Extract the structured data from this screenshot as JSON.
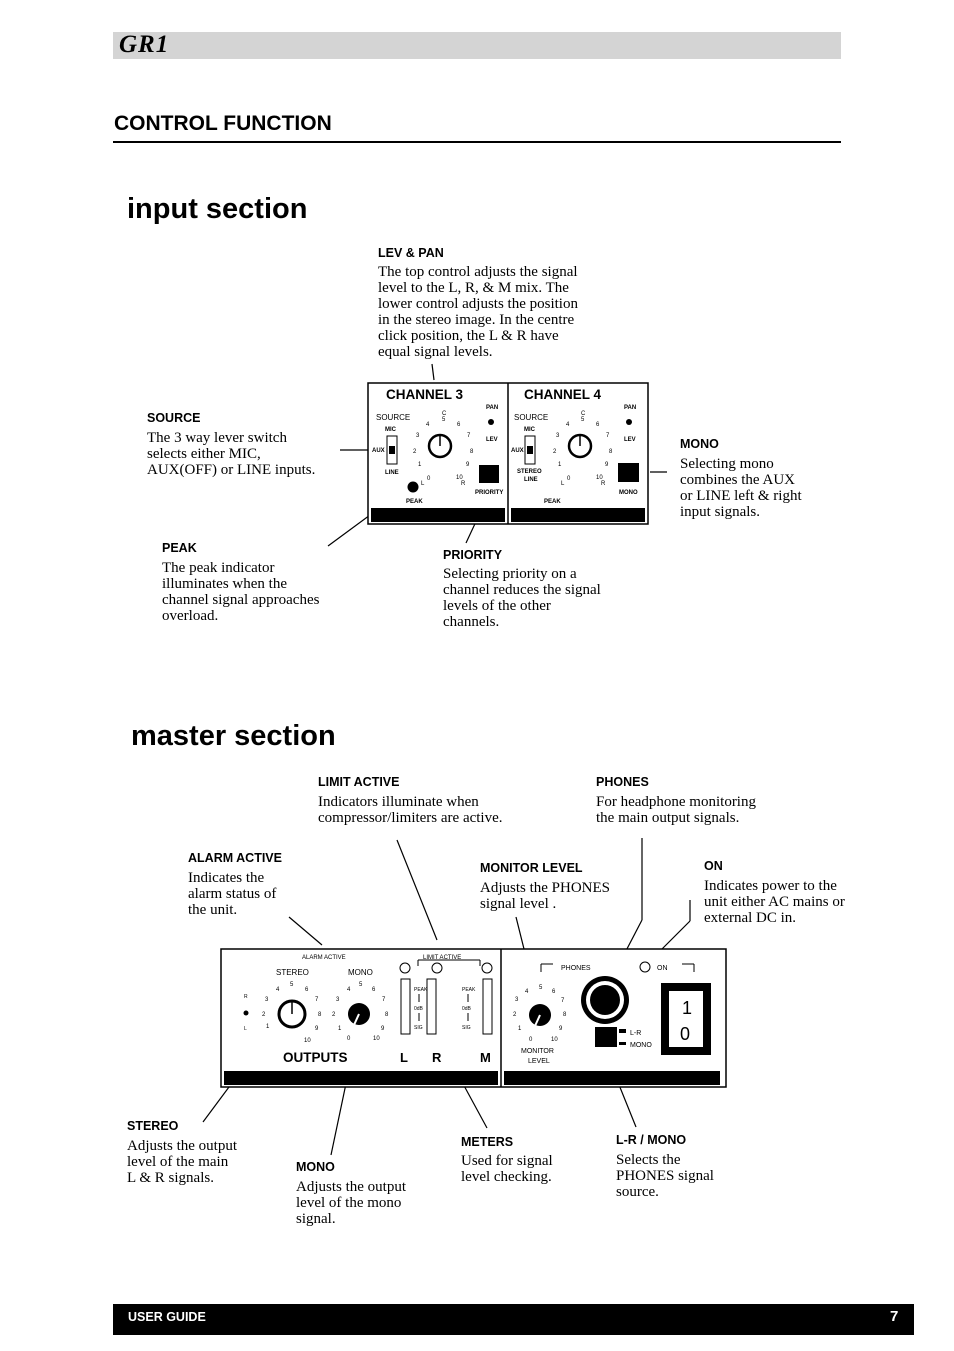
{
  "header": {
    "logo": "GR1"
  },
  "section_title": "CONTROL FUNCTION",
  "input_section": {
    "title": "input section",
    "callouts": {
      "lev_pan": {
        "label": "LEV & PAN",
        "desc": "The top control adjusts the signal\nlevel to the L, R, & M mix. The\nlower control adjusts the position\nin the stereo image. In the centre\nclick position, the L & R have\nequal signal levels."
      },
      "source": {
        "label": "SOURCE",
        "desc": "The 3 way lever switch\nselects either MIC,\nAUX(OFF) or LINE inputs."
      },
      "mono": {
        "label": "MONO",
        "desc": "Selecting mono\ncombines the AUX\nor LINE left & right\ninput signals."
      },
      "peak": {
        "label": "PEAK",
        "desc": "The peak indicator\nilluminates when the\nchannel signal approaches\noverload."
      },
      "priority": {
        "label": "PRIORITY",
        "desc": "Selecting priority on a\nchannel reduces the signal\nlevels of the other\nchannels."
      }
    },
    "panel": {
      "channel3": "CHANNEL 3",
      "channel4": "CHANNEL 4",
      "source": "SOURCE",
      "mic": "MIC",
      "aux": "AUX",
      "line": "LINE",
      "stereo_line_1": "STEREO",
      "stereo_line_2": "LINE",
      "pan": "PAN",
      "lev": "LEV",
      "peak": "PEAK",
      "priority": "PRIORITY",
      "mono": "MONO",
      "knob_c": "C",
      "knob_l": "L",
      "knob_r": "R",
      "knob_numbers": [
        "0",
        "1",
        "2",
        "3",
        "4",
        "5",
        "6",
        "7",
        "8",
        "9",
        "10"
      ]
    }
  },
  "master_section": {
    "title": "master section",
    "callouts": {
      "limit_active": {
        "label": "LIMIT ACTIVE",
        "desc": "Indicators illuminate when\ncompressor/limiters are active."
      },
      "phones": {
        "label": "PHONES",
        "desc": "For headphone monitoring\nthe main output signals."
      },
      "alarm_active": {
        "label": "ALARM ACTIVE",
        "desc": "Indicates the\nalarm status of\nthe unit."
      },
      "monitor_level": {
        "label": "MONITOR LEVEL",
        "desc": "Adjusts the PHONES\nsignal level ."
      },
      "on": {
        "label": "ON",
        "desc": "Indicates power to the\nunit either AC mains or\nexternal DC in."
      },
      "stereo": {
        "label": "STEREO",
        "desc": "Adjusts the output\nlevel of the main\nL  & R signals."
      },
      "mono": {
        "label": "MONO",
        "desc": "Adjusts the output\nlevel of the mono\nsignal."
      },
      "meters": {
        "label": "METERS",
        "desc": "Used for signal\nlevel checking."
      },
      "lr_mono": {
        "label": "L-R / MONO",
        "desc": "Selects the\nPHONES signal\nsource."
      }
    },
    "panel": {
      "alarm_active": "ALARM ACTIVE",
      "limit_active": "LIMIT ACTIVE",
      "stereo": "STEREO",
      "mono": "MONO",
      "outputs": "OUTPUTS",
      "l": "L",
      "r": "R",
      "m": "M",
      "peak": "PEAK",
      "odb": "0dB",
      "sig": "SIG",
      "phones": "PHONES",
      "on": "ON",
      "monitor": "MONITOR",
      "level": "LEVEL",
      "lr": "L-R",
      "mono_sw": "MONO",
      "power_1": "1",
      "power_0": "0"
    }
  },
  "footer": {
    "left": "USER GUIDE",
    "page": "7"
  }
}
